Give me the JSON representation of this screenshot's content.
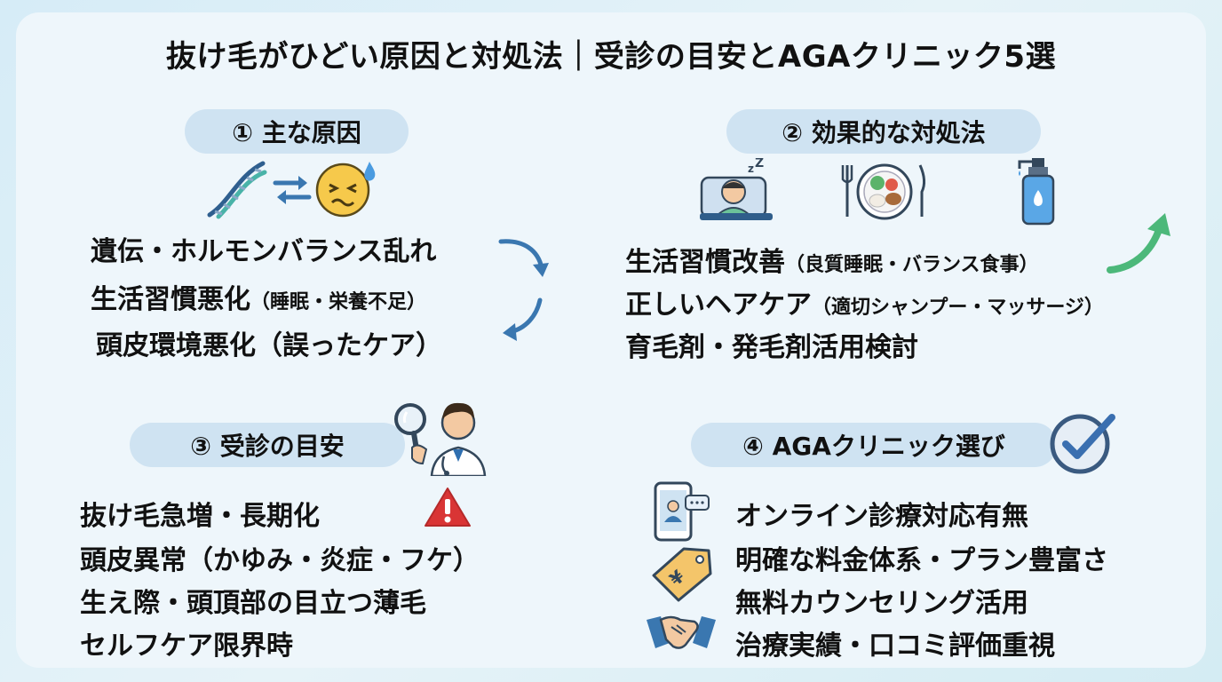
{
  "title": "抜け毛がひどい原因と対処法｜受診の目安とAGAクリニック5選",
  "sections": {
    "causes": {
      "heading": "① 主な原因",
      "items": [
        "遺伝・ホルモンバランス乱れ",
        "生活習慣悪化",
        "（睡眠・栄養不足）",
        "頭皮環境悪化（誤ったケア）"
      ]
    },
    "remedies": {
      "heading": "② 効果的な対処法",
      "items": [
        {
          "main": "生活習慣改善",
          "note": "（良質睡眠・バランス食事）"
        },
        {
          "main": "正しいヘアケア",
          "note": "（適切シャンプー・マッサージ）"
        },
        {
          "main": "育毛剤・発毛剤活用検討",
          "note": ""
        }
      ]
    },
    "consult": {
      "heading": "③ 受診の目安",
      "items": [
        "抜け毛急増・長期化",
        "頭皮異常（かゆみ・炎症・フケ）",
        "生え際・頭頂部の目立つ薄毛",
        "セルフケア限界時"
      ]
    },
    "clinic": {
      "heading": "④ AGAクリニック選び",
      "items": [
        "オンライン診療対応有無",
        "明確な料金体系・プラン豊富さ",
        "無料カウンセリング活用",
        "治療実績・口コミ評価重視"
      ]
    }
  },
  "icons": [
    "dna-icon",
    "exchange-arrows-icon",
    "stressed-face-icon",
    "curved-arrows-icon",
    "sleeping-person-icon",
    "balanced-meal-icon",
    "shampoo-bottle-icon",
    "upward-arrow-icon",
    "doctor-magnifier-icon",
    "warning-icon",
    "check-circle-icon",
    "smartphone-chat-icon",
    "price-tag-icon",
    "handshake-icon"
  ],
  "colors": {
    "pill": "#cfe3f2",
    "arrow_blue": "#3a77b0",
    "arrow_green": "#4cb87a",
    "warning": "#d93535"
  }
}
